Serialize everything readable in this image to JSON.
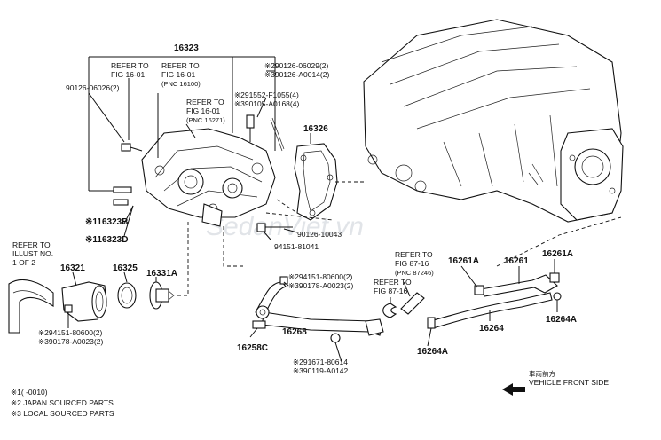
{
  "watermark": "SedanViet.vn",
  "callouts": {
    "c16323": "16323",
    "refer1_l1": "REFER TO",
    "refer1_l2": "FIG 16-01",
    "refer2_l1": "REFER TO",
    "refer2_l2": "FIG 16-01",
    "refer2_l3": "(PNC 16100)",
    "refer3_l1": "REFER TO",
    "refer3_l2": "FIG 16-01",
    "refer3_l3": "(PNC 16271)",
    "c90126_06026": "90126-06026(2)",
    "c290126_06029": "※290126-06029(2)",
    "c390126_A0014": "※390126-A0014(2)",
    "c291552": "※291552-F1055(4)",
    "c390105": "※390105-A0168(4)",
    "c16326": "16326",
    "c16323B": "※116323B",
    "c16323D": "※116323D",
    "c90126_10043": "90126-10043",
    "c94151_81041": "94151-81041",
    "referIllust_l1": "REFER TO",
    "referIllust_l2": "ILLUST NO.",
    "referIllust_l3": "1 OF 2",
    "c16321": "16321",
    "c16325": "16325",
    "c16331A": "16331A",
    "c294151_80600": "※294151-80600(2)",
    "c390178_A0023": "※390178-A0023(2)",
    "c294151_80600b": "※294151-80600(2)",
    "c390178_A0023b": "※390178-A0023(2)",
    "referFig87a_l1": "REFER TO",
    "referFig87a_l2": "FIG 87-16",
    "referFig87a_l3": "(PNC 87246)",
    "referFig87b_l1": "REFER TO",
    "referFig87b_l2": "FIG 87-16",
    "c16261A_left": "16261A",
    "c16261": "16261",
    "c16261A_right": "16261A",
    "c16264A_right": "16264A",
    "c16268": "16268",
    "c16264": "16264",
    "c16258C": "16258C",
    "c16264A_bottom": "16264A",
    "c291671": "※291671-80614",
    "c390119": "※390119-A0142",
    "vehicle_front_cn": "車両前方",
    "vehicle_front": "VEHICLE FRONT SIDE"
  },
  "legend": [
    "※1(  -0010)",
    "※2 JAPAN SOURCED PARTS",
    "※3 LOCAL SOURCED PARTS"
  ]
}
